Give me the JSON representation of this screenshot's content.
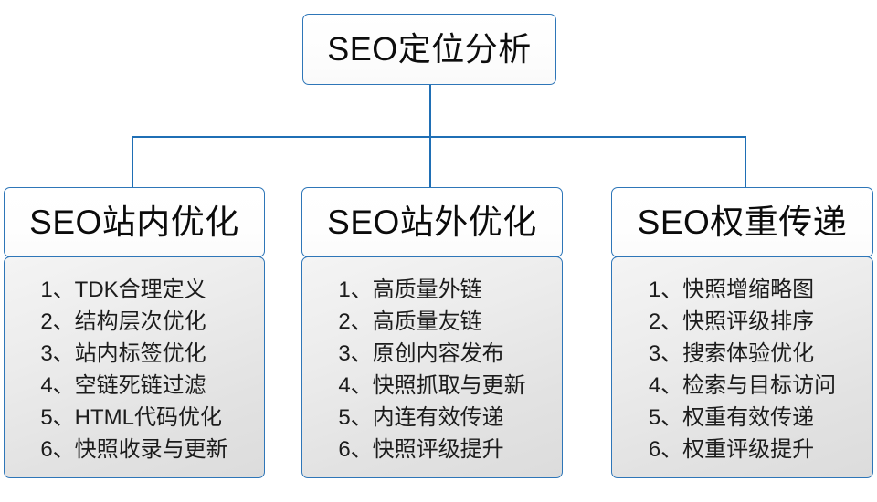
{
  "diagram": {
    "type": "tree",
    "orientation": "top-down",
    "colors": {
      "border": "#2e76b8",
      "connector": "#1f6fb5",
      "header_fill": "#ffffff",
      "list_fill_top": "#f4f4f4",
      "list_fill_bottom": "#dcdcdc",
      "text": "#0d0d0d"
    },
    "root": {
      "label": "SEO定位分析"
    },
    "branches": [
      {
        "header": "SEO站内优化",
        "items": [
          {
            "num": "1、",
            "text": "TDK合理定义"
          },
          {
            "num": "2、",
            "text": "结构层次优化"
          },
          {
            "num": "3、",
            "text": "站内标签优化"
          },
          {
            "num": "4、",
            "text": "空链死链过滤"
          },
          {
            "num": "5、",
            "text": "HTML代码优化"
          },
          {
            "num": "6、",
            "text": "快照收录与更新"
          }
        ]
      },
      {
        "header": "SEO站外优化",
        "items": [
          {
            "num": "1、",
            "text": "高质量外链"
          },
          {
            "num": "2、",
            "text": "高质量友链"
          },
          {
            "num": "3、",
            "text": "原创内容发布"
          },
          {
            "num": "4、",
            "text": "快照抓取与更新"
          },
          {
            "num": "5、",
            "text": "内连有效传递"
          },
          {
            "num": "6、",
            "text": "快照评级提升"
          }
        ]
      },
      {
        "header": "SEO权重传递",
        "items": [
          {
            "num": "1、",
            "text": "快照增缩略图"
          },
          {
            "num": "2、",
            "text": "快照评级排序"
          },
          {
            "num": "3、",
            "text": "搜索体验优化"
          },
          {
            "num": "4、",
            "text": "检索与目标访问"
          },
          {
            "num": "5、",
            "text": "权重有效传递"
          },
          {
            "num": "6、",
            "text": "权重评级提升"
          }
        ]
      }
    ]
  }
}
